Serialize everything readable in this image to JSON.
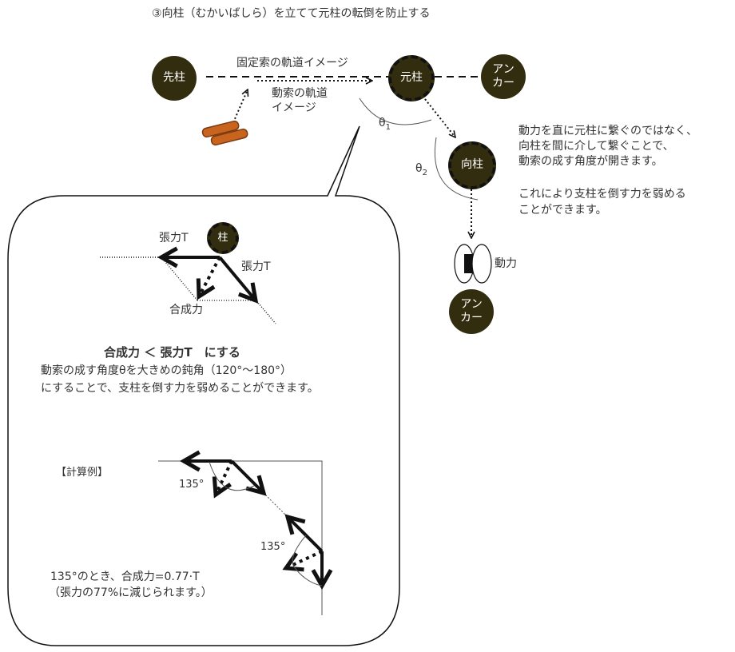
{
  "title": "③向柱（むかいばしら）を立てて元柱の転倒を防止する",
  "nodes": {
    "saki": "先柱",
    "moto": "元柱",
    "anchor_top": "アン\nカー",
    "muka": "向柱",
    "hashira": "柱",
    "anchor_bottom": "アン\nカー"
  },
  "labels": {
    "fixed_rope": "固定索の軌道イメージ",
    "moving_rope": "動索の軌道\nイメージ",
    "theta1_symbol": "θ",
    "theta1_sub": "1",
    "theta2_symbol": "θ",
    "theta2_sub": "2",
    "power": "動力"
  },
  "explanation": {
    "line1": "動力を直に元柱に繋ぐのではなく、",
    "line2": "向柱を間に介して繋ぐことで、",
    "line3": "動索の成す角度が開きます。",
    "line4": "これにより支柱を倒す力を弱める",
    "line5": "ことができます。"
  },
  "force_diagram": {
    "tension_left": "張力T",
    "tension_right": "張力T",
    "resultant": "合成力"
  },
  "rule": {
    "heading": "合成力 ＜ 張力T　にする",
    "line1": "動索の成す角度θを大きめの鈍角（120°～180°）",
    "line2": "にすることで、支柱を倒す力を弱めることができます。"
  },
  "example": {
    "title": "【計算例】",
    "angle1": "135°",
    "angle2": "135°",
    "result1": "135°のとき、合成力=0.77·T",
    "result2": "（張力の77%に減じられます。）"
  },
  "colors": {
    "node_fill": "#332d10",
    "node_text": "#ffffff",
    "log_fill": "#c8641e"
  }
}
